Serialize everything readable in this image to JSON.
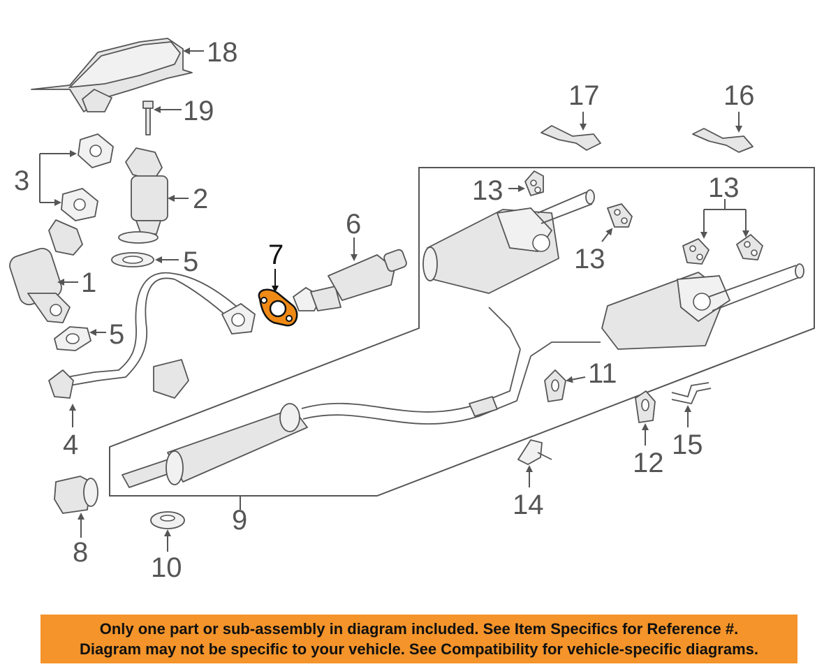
{
  "callouts": {
    "c1": "1",
    "c2": "2",
    "c3": "3",
    "c4": "4",
    "c5a": "5",
    "c5b": "5",
    "c6": "6",
    "c7": "7",
    "c8": "8",
    "c9": "9",
    "c10": "10",
    "c11": "11",
    "c12": "12",
    "c13a": "13",
    "c13b": "13",
    "c13c": "13",
    "c14": "14",
    "c15": "15",
    "c16": "16",
    "c17": "17",
    "c18": "18",
    "c19": "19"
  },
  "highlighted_part": "7",
  "colors": {
    "highlight": "#f08a16",
    "banner": "#f4942a",
    "line": "#555555"
  },
  "notice": {
    "line1": "Only one part or sub-assembly in diagram included. See Item Specifics for Reference #.",
    "line2": "Diagram may not be specific to your vehicle. See Compatibility for vehicle-specific diagrams."
  }
}
